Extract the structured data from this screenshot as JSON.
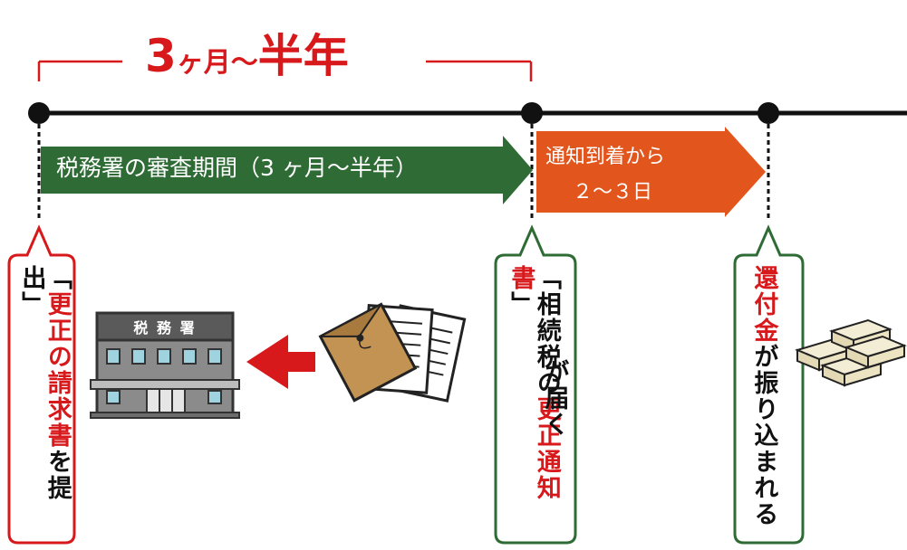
{
  "header": {
    "title_part1": "3",
    "title_part2": "ヶ月〜",
    "title_part3": "半年"
  },
  "timeline": {
    "review_label": "税務署の審査期間（3 ヶ月〜半年）",
    "arrival_line1": "通知到着から",
    "arrival_line2": "２〜３日"
  },
  "callouts": {
    "submit": {
      "open": "「",
      "red_text": "更正の請求書",
      "black_text": "を提出",
      "close": "」"
    },
    "notice": {
      "open": "「",
      "black_text": "相続税の",
      "red_text": "更正通知書",
      "close": "」",
      "suffix": "が届く"
    },
    "refund": {
      "red_text": "還付金",
      "black_text": "が振り込まれる"
    }
  },
  "illustration": {
    "office_sign": "税 務 署"
  },
  "colors": {
    "red": "#d7191c",
    "green": "#2e6b35",
    "orange": "#e2561e",
    "black": "#111111"
  },
  "icons": [
    "tax-office-building-icon",
    "left-arrow-icon",
    "document-envelope-icon",
    "money-bundle-icon"
  ]
}
